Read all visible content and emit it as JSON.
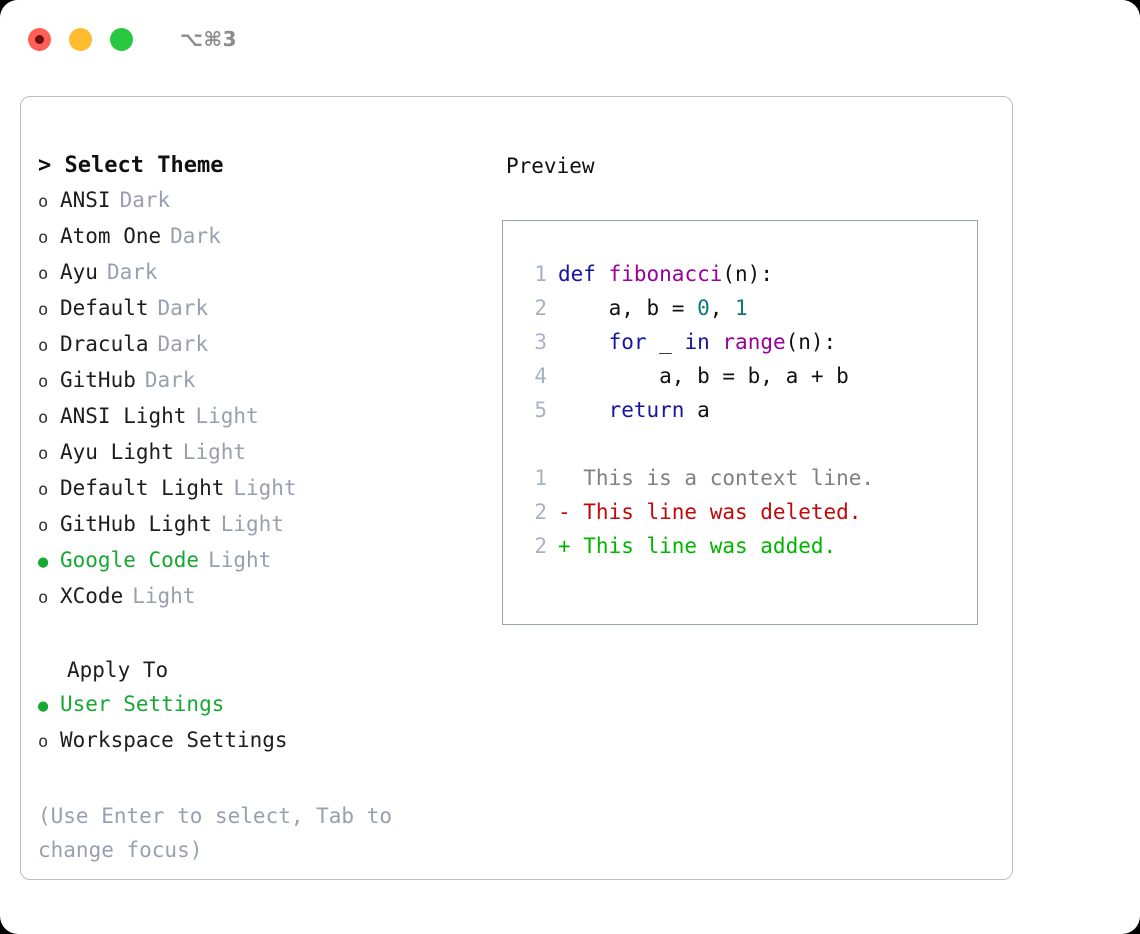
{
  "window": {
    "shortcut": "⌥⌘3",
    "traffic_lights": [
      {
        "name": "close",
        "color": "#ff5f57"
      },
      {
        "name": "minimize",
        "color": "#febc2e"
      },
      {
        "name": "maximize",
        "color": "#28c840"
      }
    ]
  },
  "theme_picker": {
    "caret": ">",
    "heading": "Select Theme",
    "marker_off": "o",
    "marker_on": "●",
    "items": [
      {
        "label": "ANSI",
        "badge": "Dark",
        "selected": false
      },
      {
        "label": "Atom One",
        "badge": "Dark",
        "selected": false
      },
      {
        "label": "Ayu",
        "badge": "Dark",
        "selected": false
      },
      {
        "label": "Default",
        "badge": "Dark",
        "selected": false
      },
      {
        "label": "Dracula",
        "badge": "Dark",
        "selected": false
      },
      {
        "label": "GitHub",
        "badge": "Dark",
        "selected": false
      },
      {
        "label": "ANSI Light",
        "badge": "Light",
        "selected": false
      },
      {
        "label": "Ayu Light",
        "badge": "Light",
        "selected": false
      },
      {
        "label": "Default Light",
        "badge": "Light",
        "selected": false
      },
      {
        "label": "GitHub Light",
        "badge": "Light",
        "selected": false
      },
      {
        "label": "Google Code",
        "badge": "Light",
        "selected": true
      },
      {
        "label": "XCode",
        "badge": "Light",
        "selected": false
      }
    ]
  },
  "apply_to": {
    "heading": "Apply To",
    "items": [
      {
        "label": "User Settings",
        "selected": true
      },
      {
        "label": "Workspace Settings",
        "selected": false
      }
    ]
  },
  "hint": "(Use Enter to select, Tab to change focus)",
  "preview": {
    "heading": "Preview",
    "code_lines": [
      {
        "n": "1",
        "tokens": [
          {
            "t": "def",
            "c": "kw"
          },
          {
            "t": " ",
            "c": "plain"
          },
          {
            "t": "fibonacci",
            "c": "fn"
          },
          {
            "t": "(n):",
            "c": "plain"
          }
        ]
      },
      {
        "n": "2",
        "tokens": [
          {
            "t": "    a, b = ",
            "c": "plain"
          },
          {
            "t": "0",
            "c": "num"
          },
          {
            "t": ", ",
            "c": "plain"
          },
          {
            "t": "1",
            "c": "num"
          }
        ]
      },
      {
        "n": "3",
        "tokens": [
          {
            "t": "    ",
            "c": "plain"
          },
          {
            "t": "for",
            "c": "kw"
          },
          {
            "t": " _ ",
            "c": "plain"
          },
          {
            "t": "in",
            "c": "kw"
          },
          {
            "t": " ",
            "c": "plain"
          },
          {
            "t": "range",
            "c": "fn"
          },
          {
            "t": "(n):",
            "c": "plain"
          }
        ]
      },
      {
        "n": "4",
        "tokens": [
          {
            "t": "        a, b = b, a + b",
            "c": "plain"
          }
        ]
      },
      {
        "n": "5",
        "tokens": [
          {
            "t": "    ",
            "c": "plain"
          },
          {
            "t": "return",
            "c": "kw"
          },
          {
            "t": " a",
            "c": "plain"
          }
        ]
      }
    ],
    "diff_lines": [
      {
        "n": "1",
        "text": "  This is a context line.",
        "kind": "ctx"
      },
      {
        "n": "2",
        "text": "- This line was deleted.",
        "kind": "del"
      },
      {
        "n": "2",
        "text": "+ This line was added.",
        "kind": "add"
      }
    ]
  },
  "colors": {
    "accent_green": "#16a832",
    "muted": "#98a0b0",
    "keyword": "#1515a0",
    "function": "#990099",
    "number": "#0a7a7a",
    "diff_add": "#00b400",
    "diff_del": "#c00a0a",
    "panel_border": "#b9bfc7",
    "code_border": "#97a3b2"
  }
}
